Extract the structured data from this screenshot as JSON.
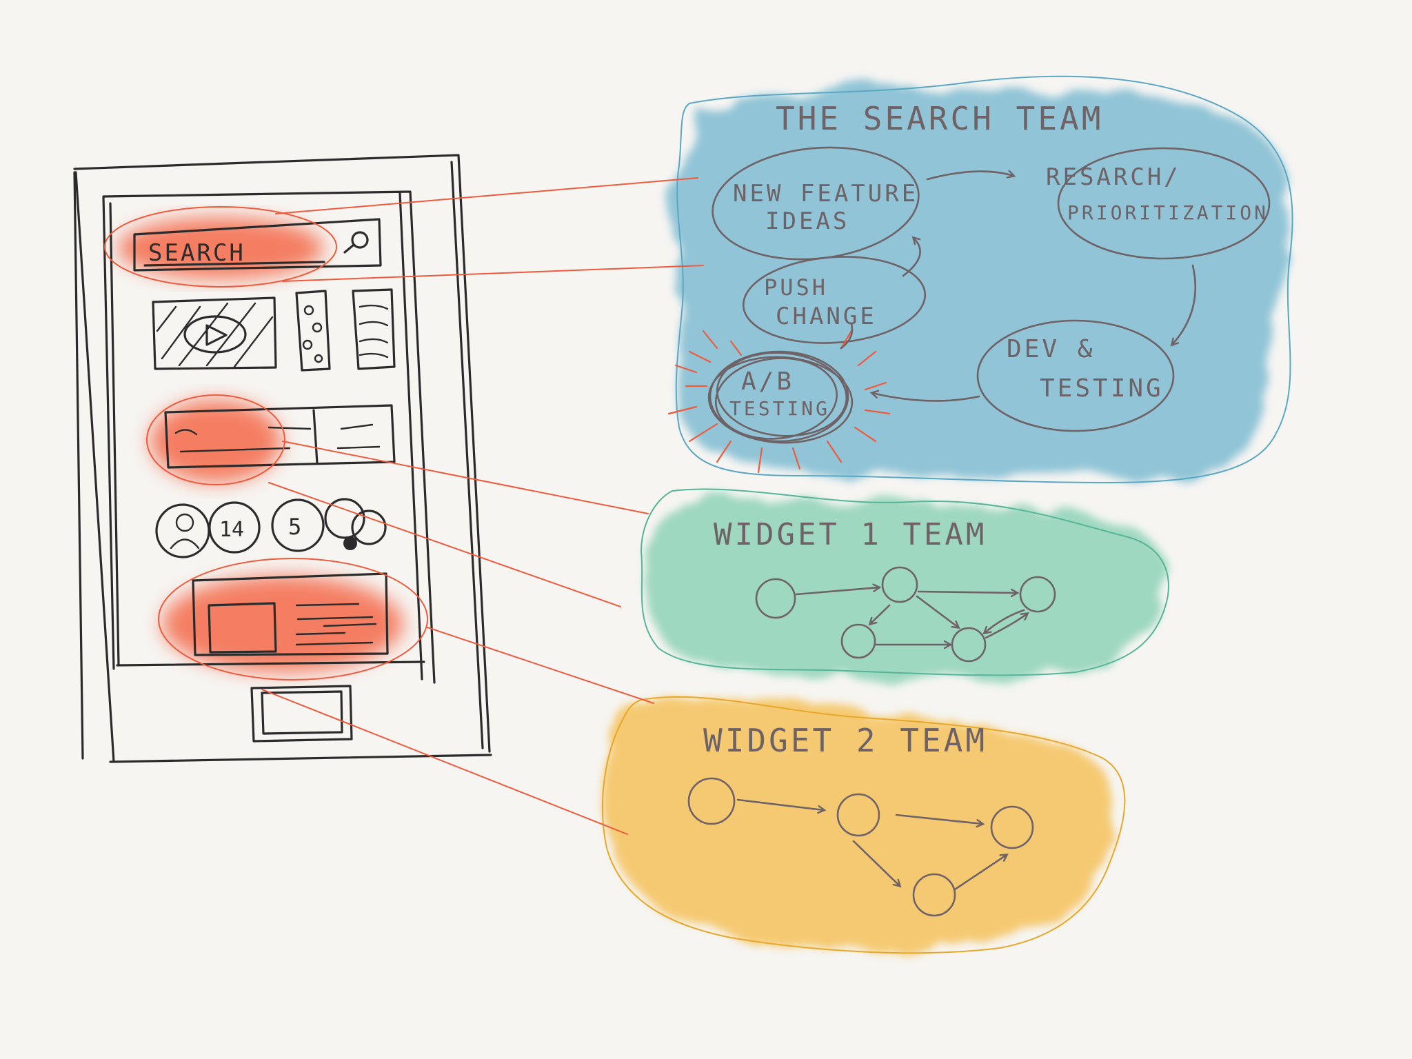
{
  "phone_sketch": {
    "search_label": "SEARCH",
    "badges": [
      "14",
      "5"
    ]
  },
  "teams": {
    "search": {
      "title": "THE SEARCH TEAM",
      "nodes": {
        "new_feature": [
          "NEW FEATURE",
          "IDEAS"
        ],
        "research": [
          "RESARCH/",
          "PRIORITIZATION"
        ],
        "push": [
          "PUSH",
          "CHANGE"
        ],
        "ab": [
          "A/B",
          "TESTING"
        ],
        "dev": [
          "DEV &",
          "TESTING"
        ]
      },
      "color": "#7fbcd2"
    },
    "widget1": {
      "title": "WIDGET 1 TEAM",
      "color": "#8fd3b8"
    },
    "widget2": {
      "title": "WIDGET 2 TEAM",
      "color": "#f5c25b"
    }
  },
  "colors": {
    "highlight": "#f4694a",
    "ink": "#2b2b2b",
    "pencil": "#6e6266",
    "connector": "#ef5a3c"
  }
}
